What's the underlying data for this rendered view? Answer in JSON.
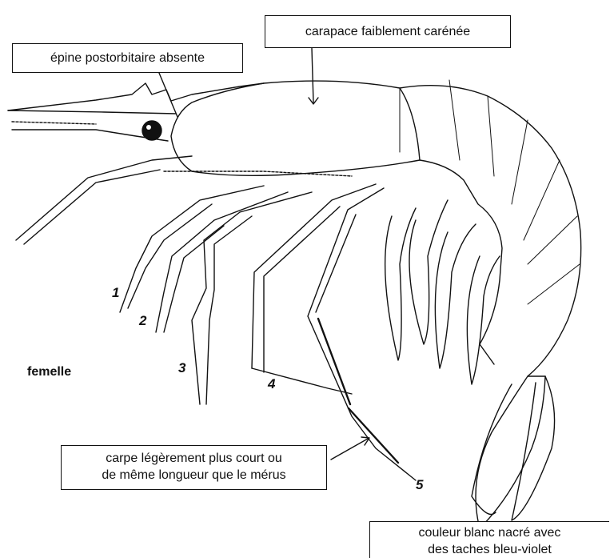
{
  "labels": {
    "carapace": "carapace faiblement carénée",
    "postorbital": "épine postorbitaire absente",
    "sex": "femelle",
    "carpus": [
      "carpe légèrement plus court ou",
      "de même longueur que le mérus"
    ],
    "color": [
      "couleur blanc nacré avec",
      "des taches bleu-violet"
    ]
  },
  "legs": [
    "1",
    "2",
    "3",
    "4",
    "5"
  ],
  "colors": {
    "ink": "#111111",
    "paper": "#ffffff"
  }
}
